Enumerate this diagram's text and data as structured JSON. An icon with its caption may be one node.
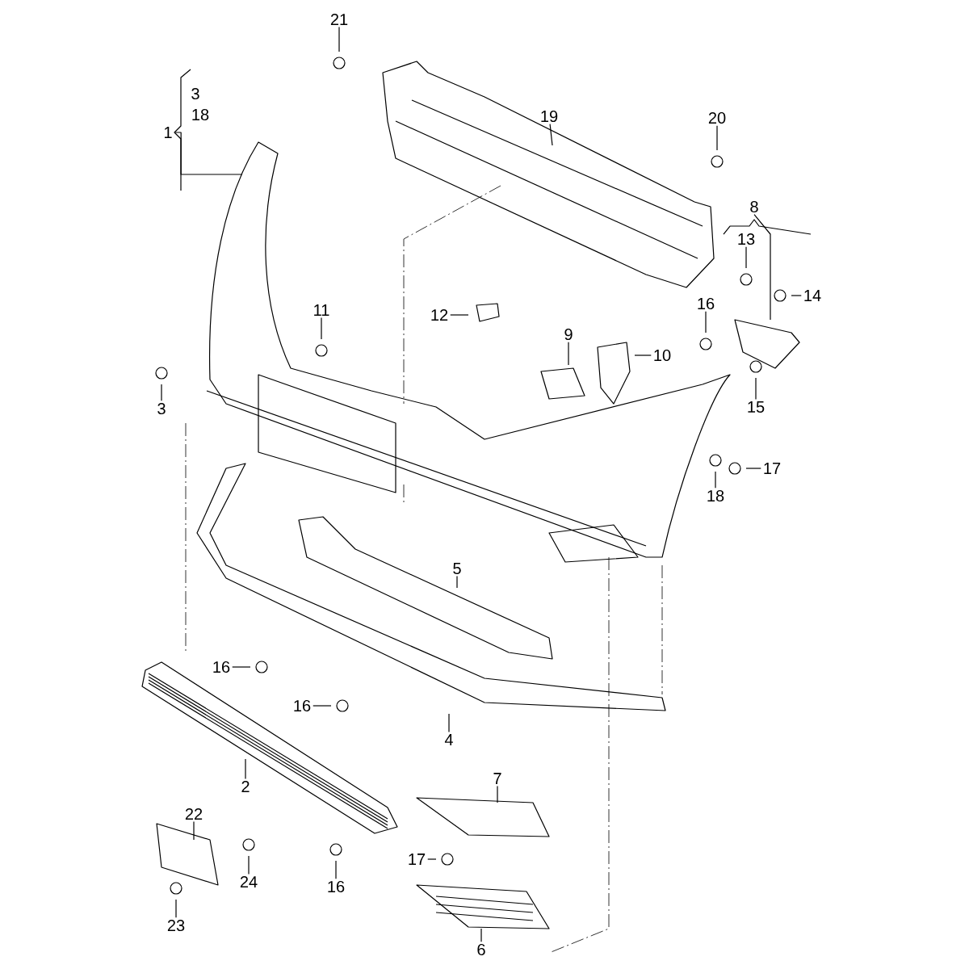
{
  "diagram": {
    "nodes": [
      {
        "text": [
          "21"
        ]
      },
      {
        "text": [
          "1"
        ]
      },
      {
        "text": [
          "19"
        ]
      },
      {
        "text": [
          "20"
        ]
      },
      {
        "text": [
          "8"
        ]
      },
      {
        "text": [
          "13"
        ]
      },
      {
        "text": [
          "14"
        ]
      },
      {
        "text": [
          "16"
        ]
      },
      {
        "text": [
          "11"
        ]
      },
      {
        "text": [
          "12"
        ]
      },
      {
        "text": [
          "9"
        ]
      },
      {
        "text": [
          "10"
        ]
      },
      {
        "text": [
          "15"
        ]
      },
      {
        "text": [
          "3"
        ]
      },
      {
        "text": [
          "17"
        ]
      },
      {
        "text": [
          "18"
        ]
      },
      {
        "text": [
          "5"
        ]
      },
      {
        "text": [
          "16"
        ]
      },
      {
        "text": [
          "16"
        ]
      },
      {
        "text": [
          "4"
        ]
      },
      {
        "text": [
          "2"
        ]
      },
      {
        "text": [
          "7"
        ]
      },
      {
        "text": [
          "22"
        ]
      },
      {
        "text": [
          "17"
        ]
      },
      {
        "text": [
          "24"
        ]
      },
      {
        "text": [
          "16"
        ]
      },
      {
        "text": [
          "23"
        ]
      },
      {
        "text": [
          "6"
        ]
      }
    ],
    "edges": [
      {
        "from": 0,
        "to": null,
        "arrow": "none"
      },
      {
        "from": 1,
        "to": null,
        "arrow": "none"
      },
      {
        "from": 2,
        "to": null,
        "arrow": "none"
      },
      {
        "from": 3,
        "to": null,
        "arrow": "none"
      },
      {
        "from": 4,
        "to": null,
        "arrow": "none"
      },
      {
        "from": 5,
        "to": null,
        "arrow": "none"
      },
      {
        "from": 6,
        "to": null,
        "arrow": "none"
      },
      {
        "from": 7,
        "to": null,
        "arrow": "none"
      },
      {
        "from": 8,
        "to": null,
        "arrow": "none"
      },
      {
        "from": 9,
        "to": null,
        "arrow": "none"
      },
      {
        "from": 10,
        "to": null,
        "arrow": "none"
      },
      {
        "from": 11,
        "to": null,
        "arrow": "none"
      },
      {
        "from": 12,
        "to": null,
        "arrow": "none"
      },
      {
        "from": 13,
        "to": null,
        "arrow": "none"
      },
      {
        "from": 14,
        "to": null,
        "arrow": "none"
      },
      {
        "from": 15,
        "to": null,
        "arrow": "none"
      },
      {
        "from": 16,
        "to": null,
        "arrow": "none"
      },
      {
        "from": 17,
        "to": null,
        "arrow": "none"
      },
      {
        "from": 18,
        "to": null,
        "arrow": "none"
      },
      {
        "from": 19,
        "to": null,
        "arrow": "none"
      },
      {
        "from": 20,
        "to": null,
        "arrow": "none"
      },
      {
        "from": 21,
        "to": null,
        "arrow": "none"
      },
      {
        "from": 22,
        "to": null,
        "arrow": "none"
      },
      {
        "from": 23,
        "to": null,
        "arrow": "none"
      },
      {
        "from": 24,
        "to": null,
        "arrow": "none"
      },
      {
        "from": 25,
        "to": null,
        "arrow": "none"
      },
      {
        "from": 26,
        "to": null,
        "arrow": "none"
      },
      {
        "from": 27,
        "to": null,
        "arrow": "none"
      }
    ],
    "labels": [
      "3",
      "18"
    ]
  }
}
